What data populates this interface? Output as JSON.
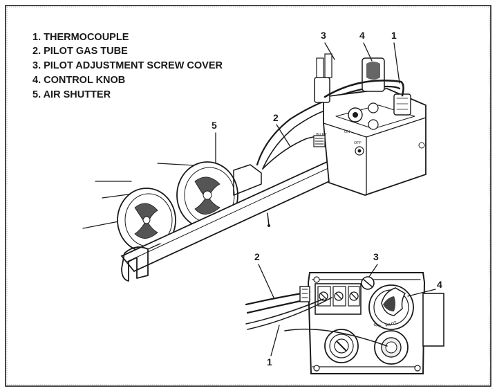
{
  "legend": [
    "1. THERMOCOUPLE",
    "2. PILOT GAS TUBE",
    "3. PILOT ADJUSTMENT SCREW COVER",
    "4. CONTROL KNOB",
    "5. AIR SHUTTER"
  ],
  "callouts": {
    "top_3": "3",
    "top_4": "4",
    "top_1": "1",
    "top_2": "2",
    "top_5": "5",
    "bottom_2": "2",
    "bottom_3": "3",
    "bottom_4": "4",
    "bottom_1": "1"
  },
  "knob_text": "PILOT",
  "knob_off": "OFF",
  "colors": {
    "ink": "#1a1a1a",
    "paper": "#ffffff"
  }
}
